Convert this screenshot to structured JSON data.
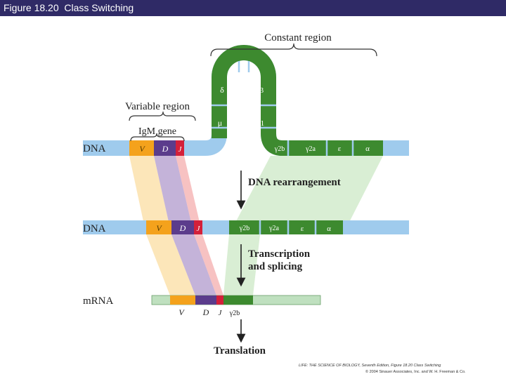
{
  "title": {
    "text": "Figure 18.20  Class Switching"
  },
  "labels": {
    "constant_region": "Constant region",
    "variable_region": "Variable region",
    "igm_gene": "IgM gene",
    "dna_top": "DNA",
    "dna_middle": "DNA",
    "mrna": "mRNA",
    "dna_rearrangement": "DNA rearrangement",
    "transcription_line1": "Transcription",
    "transcription_line2": "and splicing",
    "translation": "Translation"
  },
  "segments_top": {
    "v": "V",
    "d": "D",
    "j": "J",
    "delta": "δ",
    "gamma3": "γ3",
    "mu": "μ",
    "gamma1": "γ1",
    "gamma2b": "γ2b",
    "gamma2a": "γ2a",
    "epsilon": "ε",
    "alpha": "α"
  },
  "segments_middle": {
    "v": "V",
    "d": "D",
    "j": "J",
    "gamma2b": "γ2b",
    "gamma2a": "γ2a",
    "epsilon": "ε",
    "alpha": "α"
  },
  "segments_mrna": {
    "v": "V",
    "d": "D",
    "j": "J",
    "gamma2b": "γ2b"
  },
  "credit": {
    "line1": "LIFE: THE SCIENCE OF BIOLOGY, Seventh Edition, Figure 18.20 Class Switching",
    "line2": "© 2004 Sinauer Associates, Inc. and W. H. Freeman & Co."
  },
  "colors": {
    "title_bar": "#2f2a66",
    "dna_strand": "#9fcbed",
    "constant_segment": "#3d8a2f",
    "v_segment": "#f4a21c",
    "d_segment": "#5b3c8c",
    "j_segment": "#d4203a",
    "mrna_strand": "#bfe0bf"
  }
}
